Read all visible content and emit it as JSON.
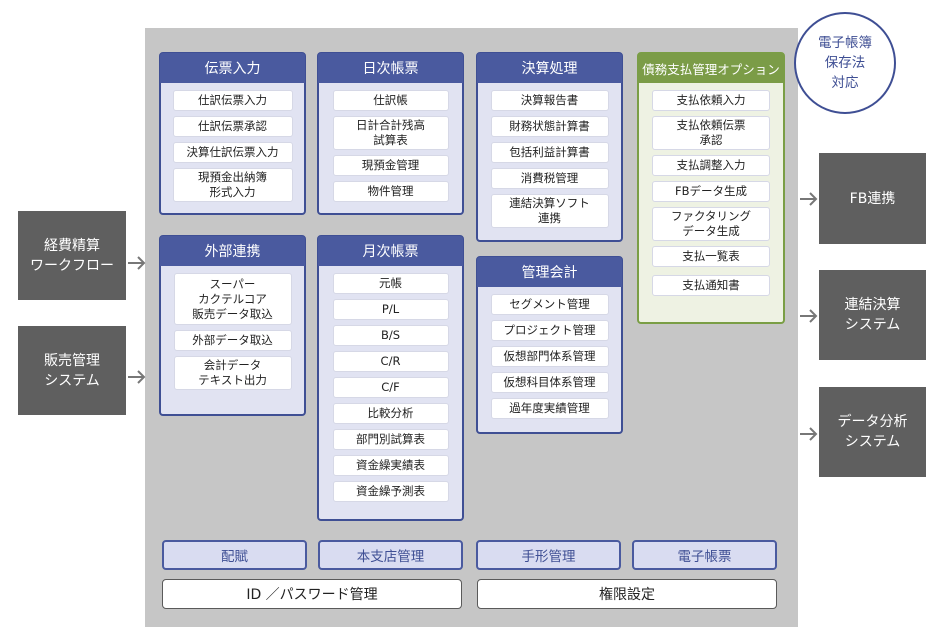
{
  "colors": {
    "navy": "#4a5a9f",
    "green": "#7b9c47",
    "ext_box": "#5f5f5f",
    "main_bg": "#c6c6c6"
  },
  "badge": "電子帳簿\n保存法\n対応",
  "left_systems": [
    "経費精算\nワークフロー",
    "販売管理\nシステム"
  ],
  "right_systems": [
    "FB連携",
    "連結決算\nシステム",
    "データ分析\nシステム"
  ],
  "cards": {
    "denpyo": {
      "title": "伝票入力",
      "items": [
        "仕訳伝票入力",
        "仕訳伝票承認",
        "決算仕訳伝票入力",
        "現預金出納簿\n形式入力"
      ]
    },
    "nichiji": {
      "title": "日次帳票",
      "items": [
        "仕訳帳",
        "日計合計残高\n試算表",
        "現預金管理",
        "物件管理"
      ]
    },
    "kessan": {
      "title": "決算処理",
      "items": [
        "決算報告書",
        "財務状態計算書",
        "包括利益計算書",
        "消費税管理",
        "連結決算ソフト\n連携"
      ]
    },
    "saimu": {
      "title": "債務支払管理オプション",
      "items": [
        "支払依頼入力",
        "支払依頼伝票\n承認",
        "支払調整入力",
        "FBデータ生成",
        "ファクタリング\nデータ生成",
        "支払一覧表",
        "支払通知書"
      ]
    },
    "gaibu": {
      "title": "外部連携",
      "items": [
        "スーパー\nカクテルコア\n販売データ取込",
        "外部データ取込",
        "会計データ\nテキスト出力"
      ]
    },
    "getsuji": {
      "title": "月次帳票",
      "items": [
        "元帳",
        "P/L",
        "B/S",
        "C/R",
        "C/F",
        "比較分析",
        "部門別試算表",
        "資金繰実績表",
        "資金繰予測表"
      ]
    },
    "kanri": {
      "title": "管理会計",
      "items": [
        "セグメント管理",
        "プロジェクト管理",
        "仮想部門体系管理",
        "仮想科目体系管理",
        "過年度実績管理"
      ]
    }
  },
  "bottom_pills": [
    "配賦",
    "本支店管理",
    "手形管理",
    "電子帳票"
  ],
  "bottom_bars": [
    "ID ／パスワード管理",
    "権限設定"
  ]
}
